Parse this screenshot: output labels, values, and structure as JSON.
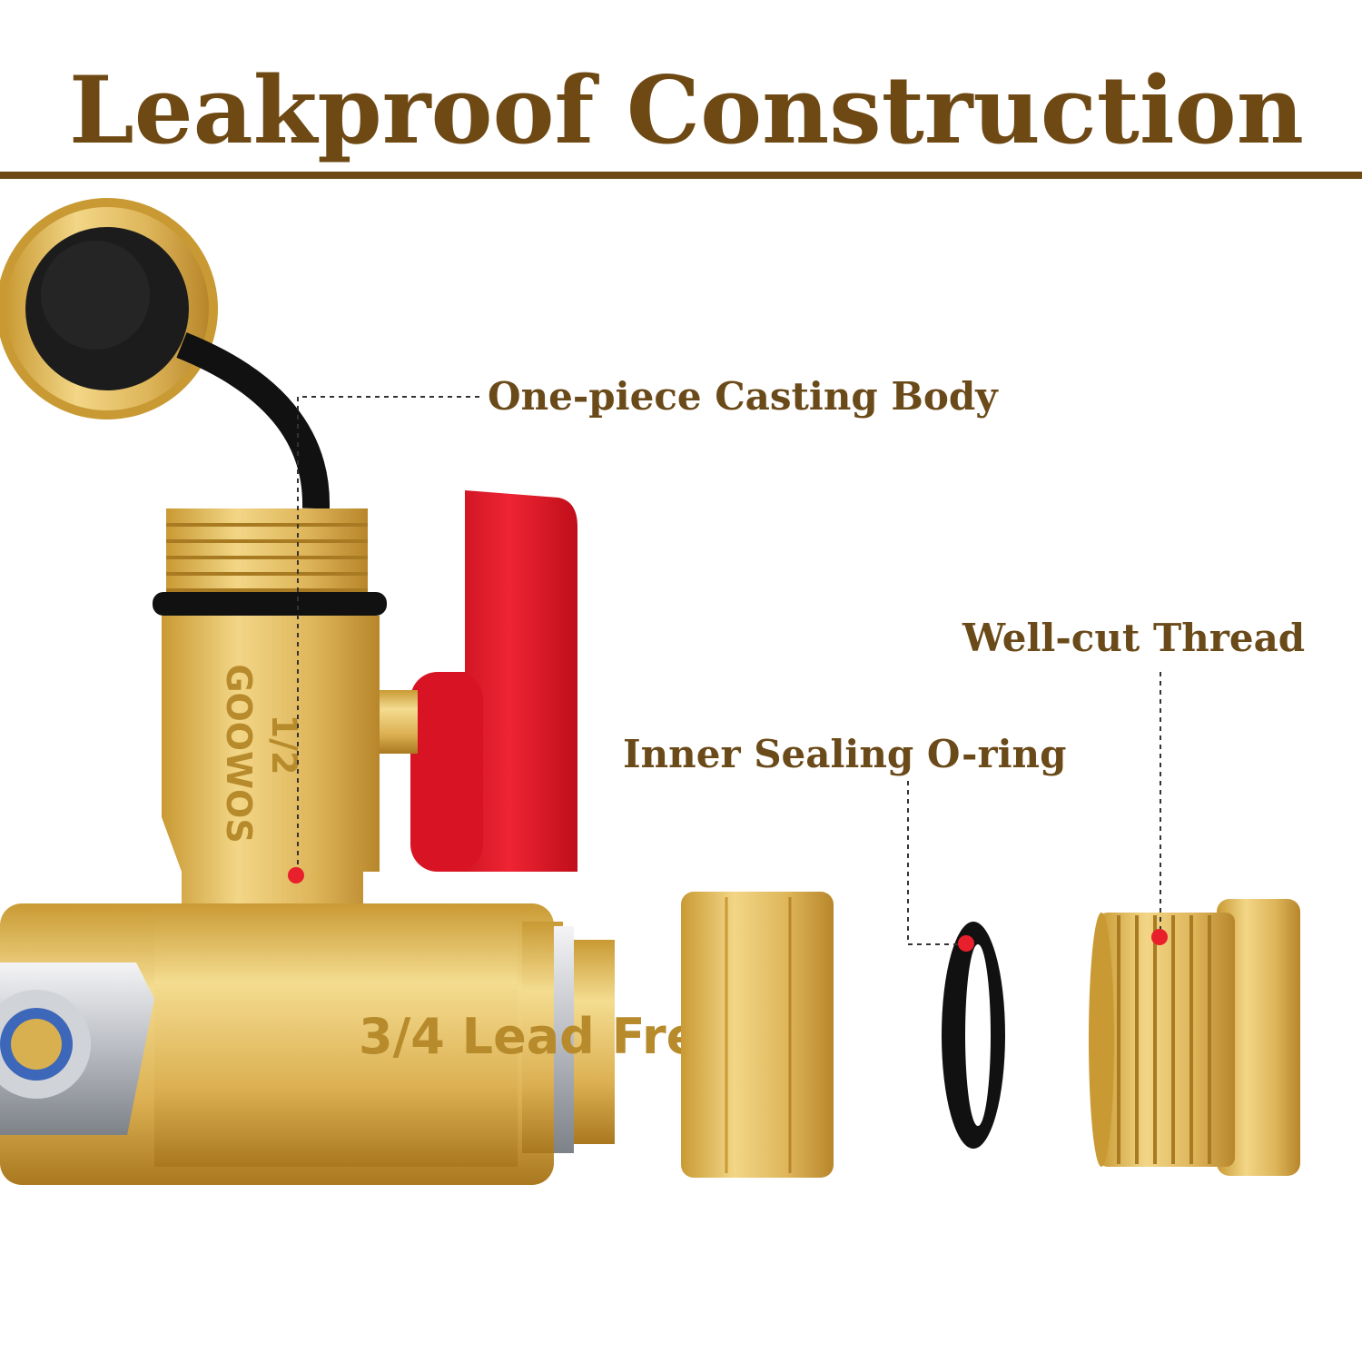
{
  "title": "Leakproof Construction",
  "callouts": {
    "casting_body": "One-piece Casting Body",
    "thread": "Well-cut Thread",
    "o_ring": "Inner Sealing O-ring"
  },
  "stamps": {
    "size_side": "3/4 Lead Free",
    "size_top": "1/2",
    "brand": "GOOWOS"
  },
  "colors": {
    "title": "#6e4914",
    "brass": "#d9b050",
    "handle": "#e01a2a",
    "marker": "#e8202c"
  }
}
